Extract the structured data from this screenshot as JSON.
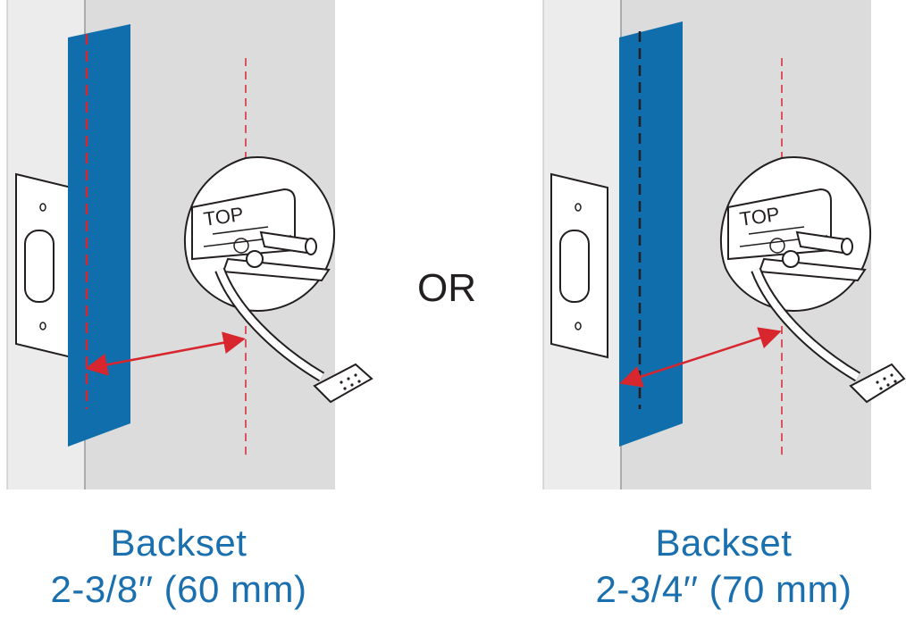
{
  "separator_label": "OR",
  "panels": [
    {
      "top_label": "TOP",
      "caption_line1": "Backset",
      "caption_line2": "2-3/8′′ (60 mm)"
    },
    {
      "top_label": "TOP",
      "caption_line1": "Backset",
      "caption_line2": "2-3/4′′ (70 mm)"
    }
  ],
  "colors": {
    "tape_blue": "#0f6eab",
    "arrow_red": "#d7262e",
    "caption_blue": "#1a6fae",
    "door_gray": "#dcdcdc",
    "edge_gray": "#ececec"
  }
}
